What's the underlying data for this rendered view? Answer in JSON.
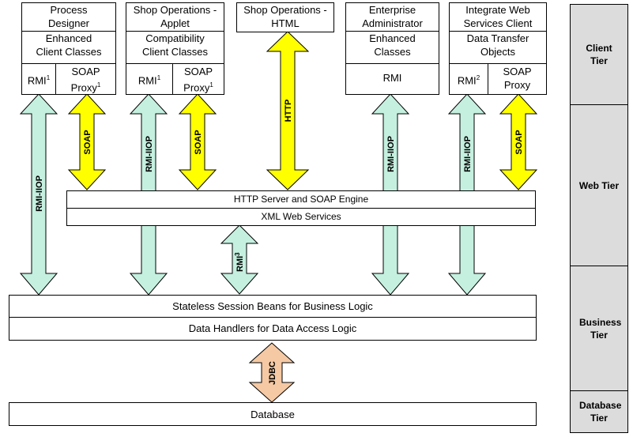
{
  "clients": {
    "process_designer": {
      "title": "Process Designer",
      "classes": "Enhanced Client Classes",
      "rmi": "RMI",
      "rmi_sup": "1",
      "soap": "SOAP Proxy",
      "soap_sup": "1"
    },
    "shop_applet": {
      "title": "Shop Operations - Applet",
      "classes": "Compatibility Client Classes",
      "rmi": "RMI",
      "rmi_sup": "1",
      "soap": "SOAP Proxy",
      "soap_sup": "1"
    },
    "shop_html": {
      "title": "Shop Operations - HTML"
    },
    "enterprise_admin": {
      "title": "Enterprise Administrator",
      "classes": "Enhanced Classes",
      "rmi": "RMI"
    },
    "web_services_client": {
      "title": "Integrate Web Services Client",
      "classes": "Data Transfer Objects",
      "rmi": "RMI",
      "rmi_sup": "2",
      "soap": "SOAP Proxy"
    }
  },
  "arrows": {
    "rmi_iiop": "RMI-IIOP",
    "soap": "SOAP",
    "http": "HTTP",
    "rmi3": "RMI",
    "rmi3_sup": "3",
    "jdbc": "JDBC"
  },
  "web_layer": {
    "http_server": "HTTP Server and SOAP Engine",
    "xml_services": "XML Web Services"
  },
  "business_layer": {
    "session_beans": "Stateless Session Beans for Business Logic",
    "data_handlers": "Data Handlers for Data Access Logic"
  },
  "database_layer": {
    "database": "Database"
  },
  "tiers": {
    "client": "Client Tier",
    "web": "Web Tier",
    "business": "Business Tier",
    "database": "Database Tier"
  },
  "colors": {
    "rmi_arrow": "#c5f0e0",
    "soap_arrow": "#ffff00",
    "jdbc_arrow": "#f5c9a3",
    "tier_bg": "#dcdcdc"
  }
}
